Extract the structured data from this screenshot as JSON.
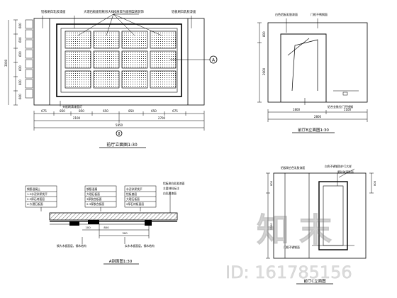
{
  "drawing_1": {
    "title": "前厅立面图1:30",
    "callouts": [
      "铝板刷白乳胶漆面",
      "大理石板面铝框形大样",
      "皮质软包面图案板装饰",
      "铝板刷白乳胶漆面",
      "夹板刷清漆面灯"
    ],
    "left_dims": [
      "600",
      "600",
      "600",
      "600",
      "600",
      "600"
    ],
    "left_total": "3000",
    "bottom_dims": [
      "675",
      "850",
      "850",
      "650",
      "850",
      "650",
      "675"
    ],
    "bottom_sub": [
      "2100",
      "2700"
    ],
    "bottom_total": "5850",
    "section_mark": "A",
    "axis_mark": "8"
  },
  "drawing_2": {
    "title": "前厅B立面图1:30",
    "callouts": [
      "白色铝板乳胶漆面",
      "门框不锈钢面"
    ],
    "left_dims": [
      "800",
      "2900"
    ],
    "bottom_dims": [
      "1800",
      "2800",
      "1100"
    ],
    "bottom_note": "铝合金推拉门不锈钢"
  },
  "drawing_3": {
    "title": "A剖面图1:30",
    "left_labels": [
      "钢筋混凝土",
      "1:3水泥砂浆找平",
      "2:3厚石材面层",
      "4:大理石板面"
    ],
    "mid_labels": [
      "钢筋混凝",
      "大理石板面",
      "3厚胶合板面",
      "2:3厚胶合板面"
    ],
    "right_labels": [
      "水泥砂浆找平",
      "铝板基层",
      "大理石板面",
      "2厚石材板面层"
    ],
    "far_labels": [
      "铝板刷白乳胶漆面",
      "主要材料标注",
      "白乳胶漆面"
    ],
    "dims": [
      "100",
      "800",
      "300"
    ],
    "bottom_notes": [
      "钢大木板面层，钢木结构",
      "实木木板面层，钢木结构"
    ]
  },
  "drawing_4": {
    "title": "前厅C立面图",
    "callouts": [
      "铝板刷白色乳胶漆面",
      "白色不锈钢防护门大样",
      "磨砂玻璃贴面"
    ],
    "bottom_note": "门框不锈钢面",
    "left_dims": [
      "800",
      "2900"
    ],
    "right_dims": [
      "800"
    ]
  },
  "watermark": {
    "logo_text": "知末",
    "id_text": "ID: 161785156"
  }
}
